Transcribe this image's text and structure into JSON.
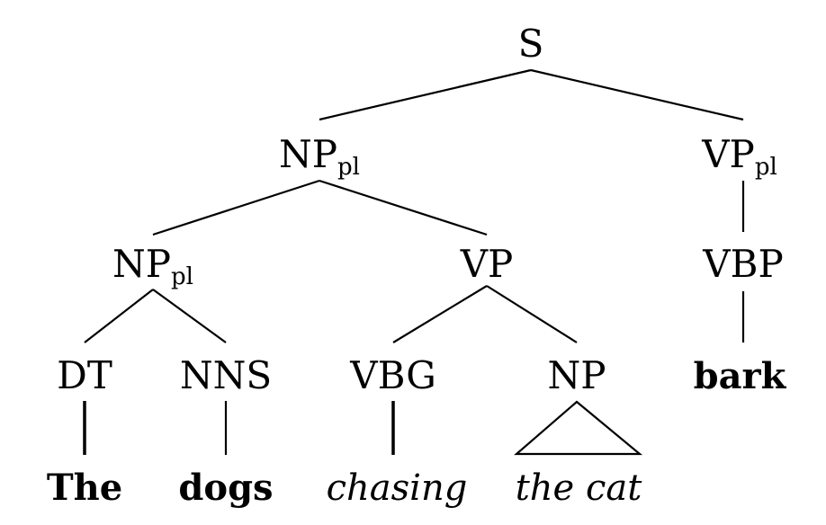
{
  "tree": {
    "root": "S",
    "nodes": {
      "s": {
        "label": "S",
        "sub": ""
      },
      "np_pl_top": {
        "label": "NP",
        "sub": "pl"
      },
      "vp_pl": {
        "label": "VP",
        "sub": "pl"
      },
      "np_pl_inner": {
        "label": "NP",
        "sub": "pl"
      },
      "vp": {
        "label": "VP",
        "sub": ""
      },
      "vbp": {
        "label": "VBP",
        "sub": ""
      },
      "dt": {
        "label": "DT",
        "sub": ""
      },
      "nns": {
        "label": "NNS",
        "sub": ""
      },
      "vbg": {
        "label": "VBG",
        "sub": ""
      },
      "np": {
        "label": "NP",
        "sub": ""
      }
    },
    "words": {
      "the": {
        "text": "The",
        "style": "bold"
      },
      "dogs": {
        "text": "dogs",
        "style": "bold"
      },
      "chasing": {
        "text": "chasing",
        "style": "italic"
      },
      "the_cat": {
        "text": "the cat",
        "style": "italic"
      },
      "bark": {
        "text": "bark",
        "style": "bold"
      }
    },
    "edges": [
      [
        "s",
        "np_pl_top"
      ],
      [
        "s",
        "vp_pl"
      ],
      [
        "np_pl_top",
        "np_pl_inner"
      ],
      [
        "np_pl_top",
        "vp"
      ],
      [
        "vp_pl",
        "vbp"
      ],
      [
        "np_pl_inner",
        "dt"
      ],
      [
        "np_pl_inner",
        "nns"
      ],
      [
        "vp",
        "vbg"
      ],
      [
        "vp",
        "np"
      ],
      [
        "vbp",
        "bark"
      ],
      [
        "dt",
        "the"
      ],
      [
        "nns",
        "dogs"
      ],
      [
        "vbg",
        "chasing"
      ],
      [
        "np",
        "the_cat"
      ]
    ]
  }
}
